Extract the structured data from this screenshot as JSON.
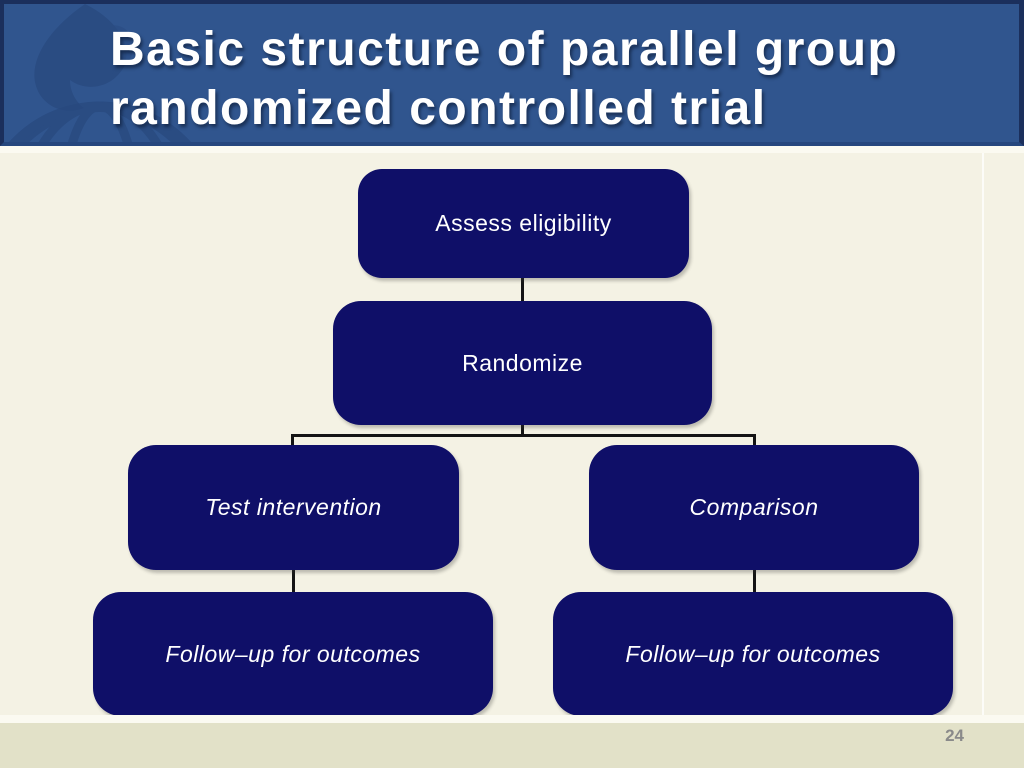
{
  "slide": {
    "title": {
      "line1": "Basic structure of parallel group",
      "line2": "randomized controlled trial"
    },
    "page_number": "24"
  },
  "diagram": {
    "type": "flowchart",
    "nodes": [
      {
        "id": "assess-eligibility",
        "label": "Assess eligibility",
        "text_style": "normal"
      },
      {
        "id": "randomize",
        "label": "Randomize",
        "text_style": "normal"
      },
      {
        "id": "test-intervention",
        "label": "Test intervention",
        "text_style": "italic"
      },
      {
        "id": "comparison",
        "label": "Comparison",
        "text_style": "italic"
      },
      {
        "id": "follow-up-left",
        "label": "Follow–up for outcomes",
        "text_style": "italic"
      },
      {
        "id": "follow-up-right",
        "label": "Follow–up for outcomes",
        "text_style": "italic"
      }
    ],
    "edges": [
      {
        "from": "assess-eligibility",
        "to": "randomize"
      },
      {
        "from": "randomize",
        "to": "test-intervention"
      },
      {
        "from": "randomize",
        "to": "comparison"
      },
      {
        "from": "test-intervention",
        "to": "follow-up-left"
      },
      {
        "from": "comparison",
        "to": "follow-up-right"
      }
    ]
  },
  "icons": {
    "logo": "flame-globe-emblem"
  },
  "colors": {
    "header_blue": "#30558E",
    "header_border": "#1B2F5C",
    "logo_watermark_blue": "#28497F",
    "node_navy": "#0F0F68",
    "background_cream": "#F4F2E4",
    "strip_white": "#FBFAF1",
    "bottom_band": "#E2E1C8",
    "connector_black": "#141414",
    "title_white": "#FFFFFF",
    "page_number_gray": "#8A8A8A"
  }
}
